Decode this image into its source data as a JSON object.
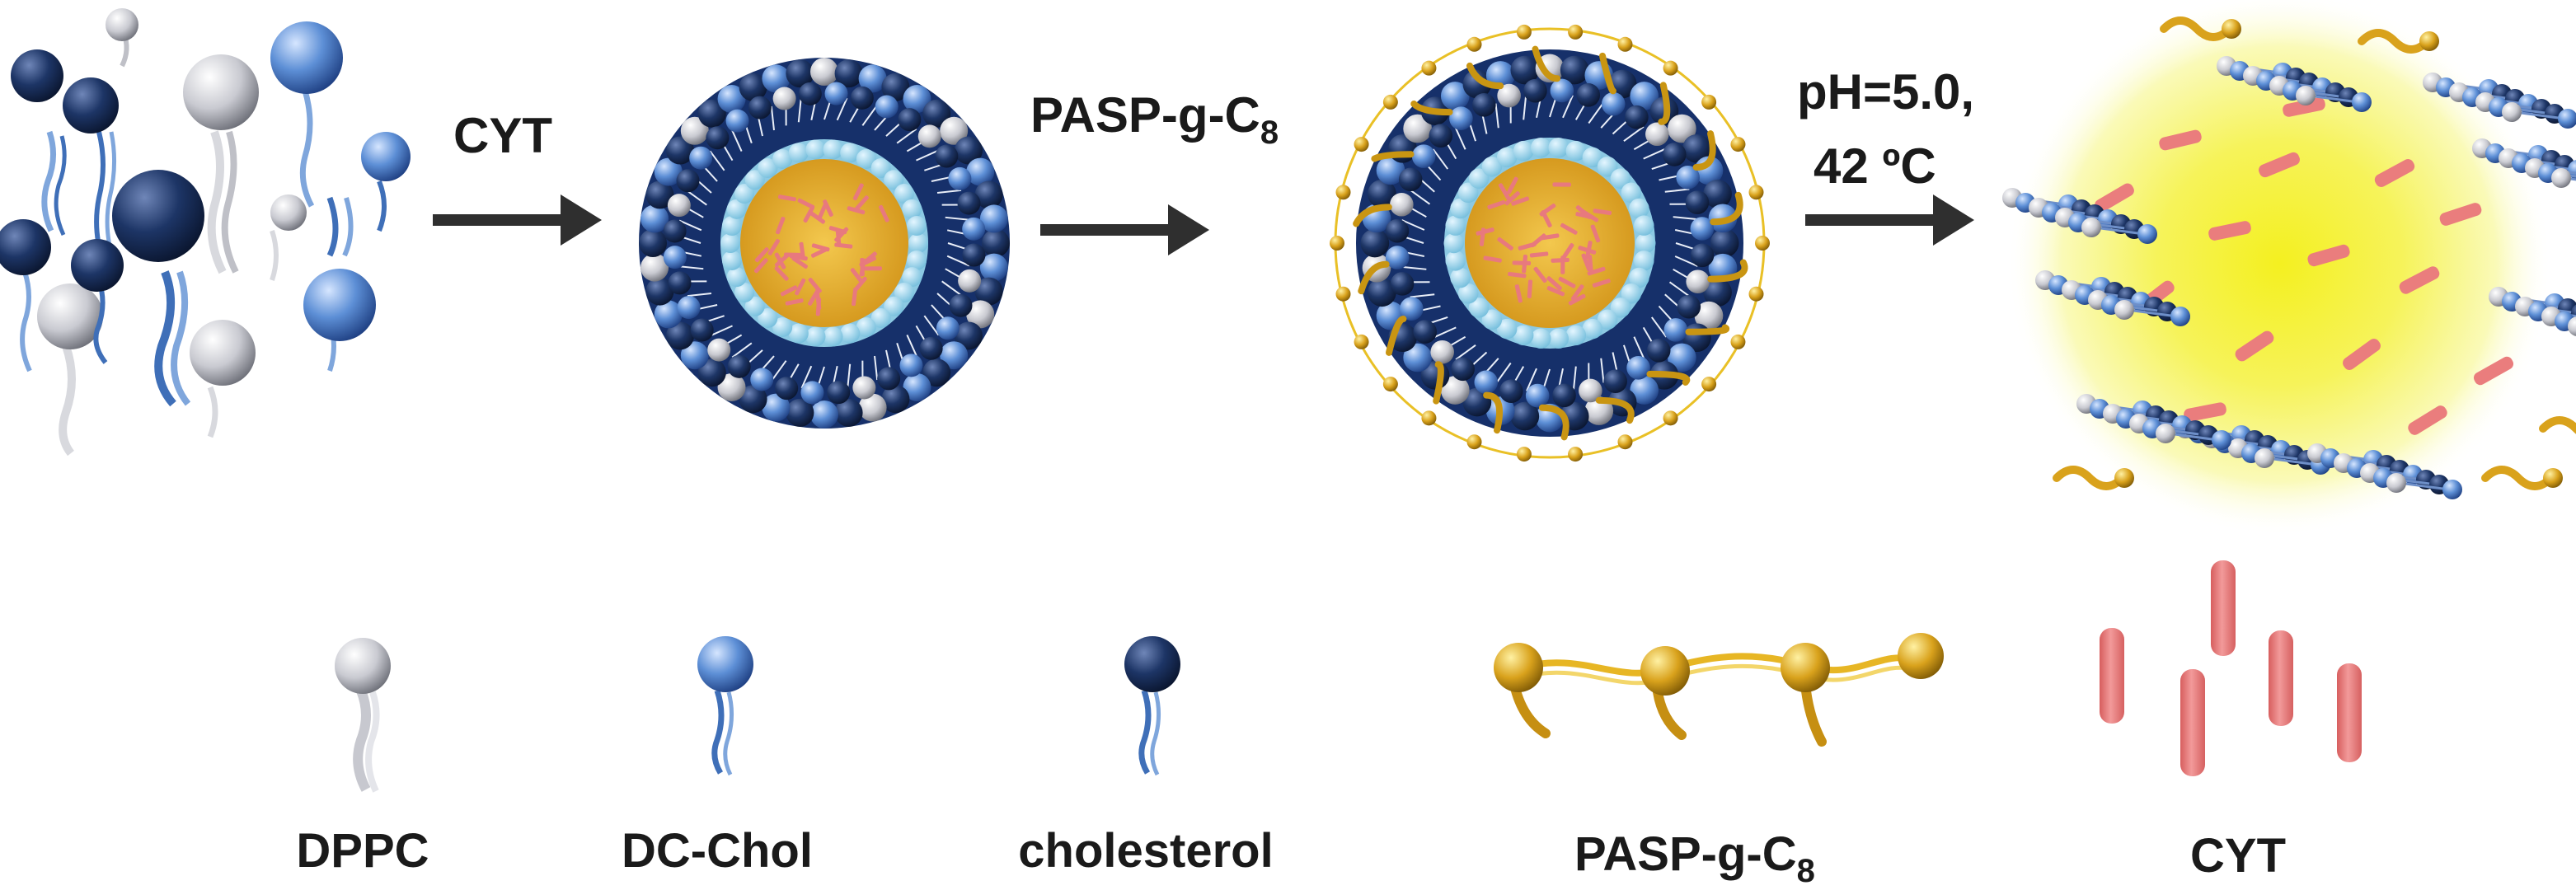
{
  "steps": [
    {
      "label": "CYT"
    },
    {
      "label_main": "PASP-g-C",
      "label_sub": "8"
    },
    {
      "line1": "pH=5.0,",
      "line2_num": "42 ",
      "line2_unit": "ºC"
    }
  ],
  "legend": [
    {
      "label": "DPPC"
    },
    {
      "label": "DC-Chol"
    },
    {
      "label": "cholesterol"
    },
    {
      "label_main": "PASP-g-C",
      "label_sub": "8"
    },
    {
      "label": "CYT"
    }
  ],
  "colors": {
    "dppc": "#cfd0d6",
    "dc_chol": "#5d8fd6",
    "cholesterol": "#1d3566",
    "inner_shell": "#a9d8ec",
    "core": "#e8b23a",
    "cyt_rod": "#ea7d7d",
    "pasp": "#d9a21c",
    "glow": "#f7f23a",
    "arrow": "#2f2f2f"
  }
}
